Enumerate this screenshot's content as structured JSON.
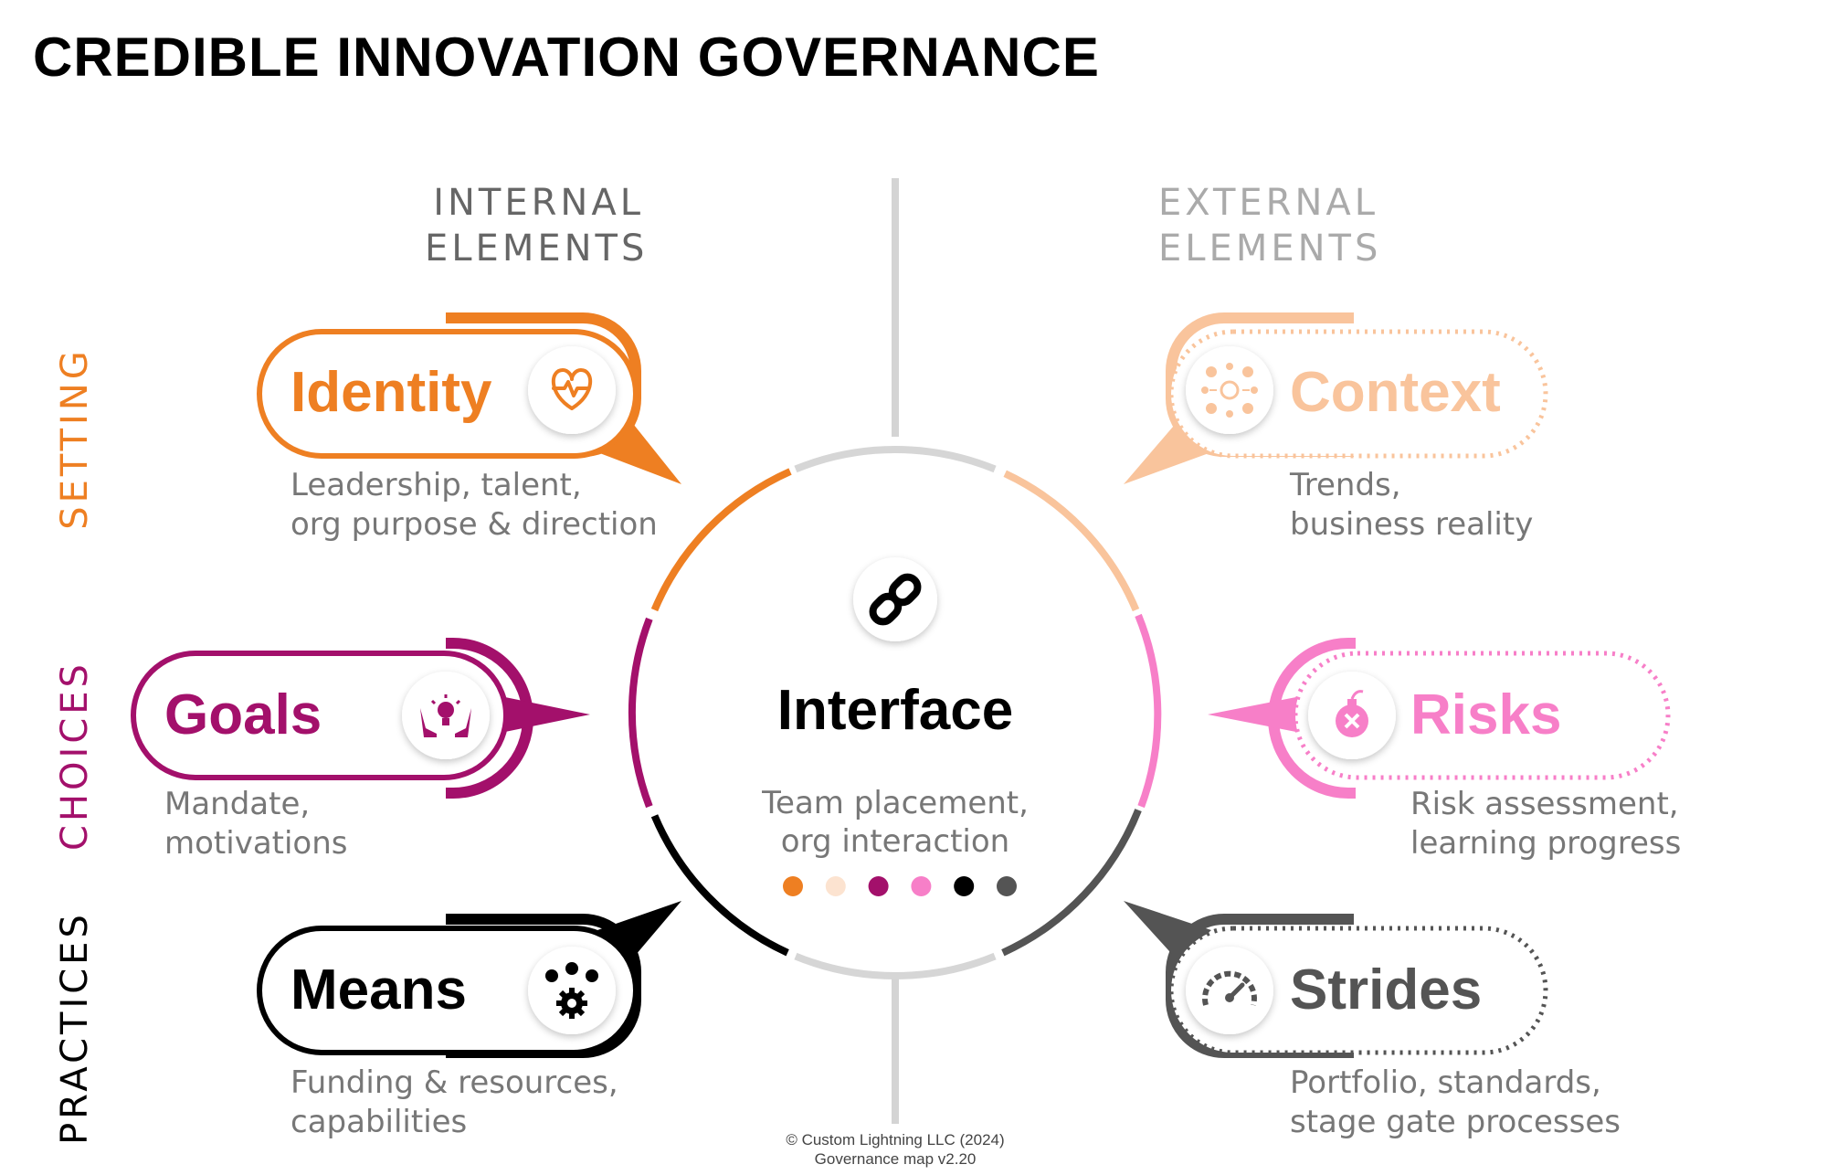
{
  "title": "CREDIBLE INNOVATION GOVERNANCE",
  "columns": {
    "internal": {
      "line1": "INTERNAL",
      "line2": "ELEMENTS"
    },
    "external": {
      "line1": "EXTERNAL",
      "line2": "ELEMENTS"
    }
  },
  "rows": {
    "setting": "SETTING",
    "choices": "CHOICES",
    "practices": "PRACTICES"
  },
  "elements": {
    "identity": {
      "label": "Identity",
      "desc1": "Leadership, talent,",
      "desc2": "org purpose & direction",
      "color": "#EE7F22",
      "icon": "heart-pulse-icon"
    },
    "context": {
      "label": "Context",
      "desc1": "Trends,",
      "desc2": "business reality",
      "color": "#F9C49C",
      "icon": "network-hub-icon"
    },
    "goals": {
      "label": "Goals",
      "desc1": "Mandate,",
      "desc2": "motivations",
      "color": "#A3106B",
      "icon": "hands-lightbulb-icon"
    },
    "risks": {
      "label": "Risks",
      "desc1": "Risk assessment,",
      "desc2": "learning progress",
      "color": "#F77FC8",
      "icon": "bomb-icon"
    },
    "means": {
      "label": "Means",
      "desc1": "Funding & resources,",
      "desc2": "capabilities",
      "color": "#000000",
      "icon": "gear-resources-icon"
    },
    "strides": {
      "label": "Strides",
      "desc1": "Portfolio, standards,",
      "desc2": "stage gate processes",
      "color": "#545454",
      "icon": "speedometer-icon"
    }
  },
  "interface": {
    "label": "Interface",
    "desc1": "Team placement,",
    "desc2": "org interaction",
    "icon": "link-icon",
    "dot_colors": [
      "#EE7F22",
      "#FCE3D0",
      "#A3106B",
      "#F77FC8",
      "#000000",
      "#545454"
    ]
  },
  "footer": {
    "line1": "© Custom Lightning LLC (2024)",
    "line2": "Governance map v2.20"
  }
}
